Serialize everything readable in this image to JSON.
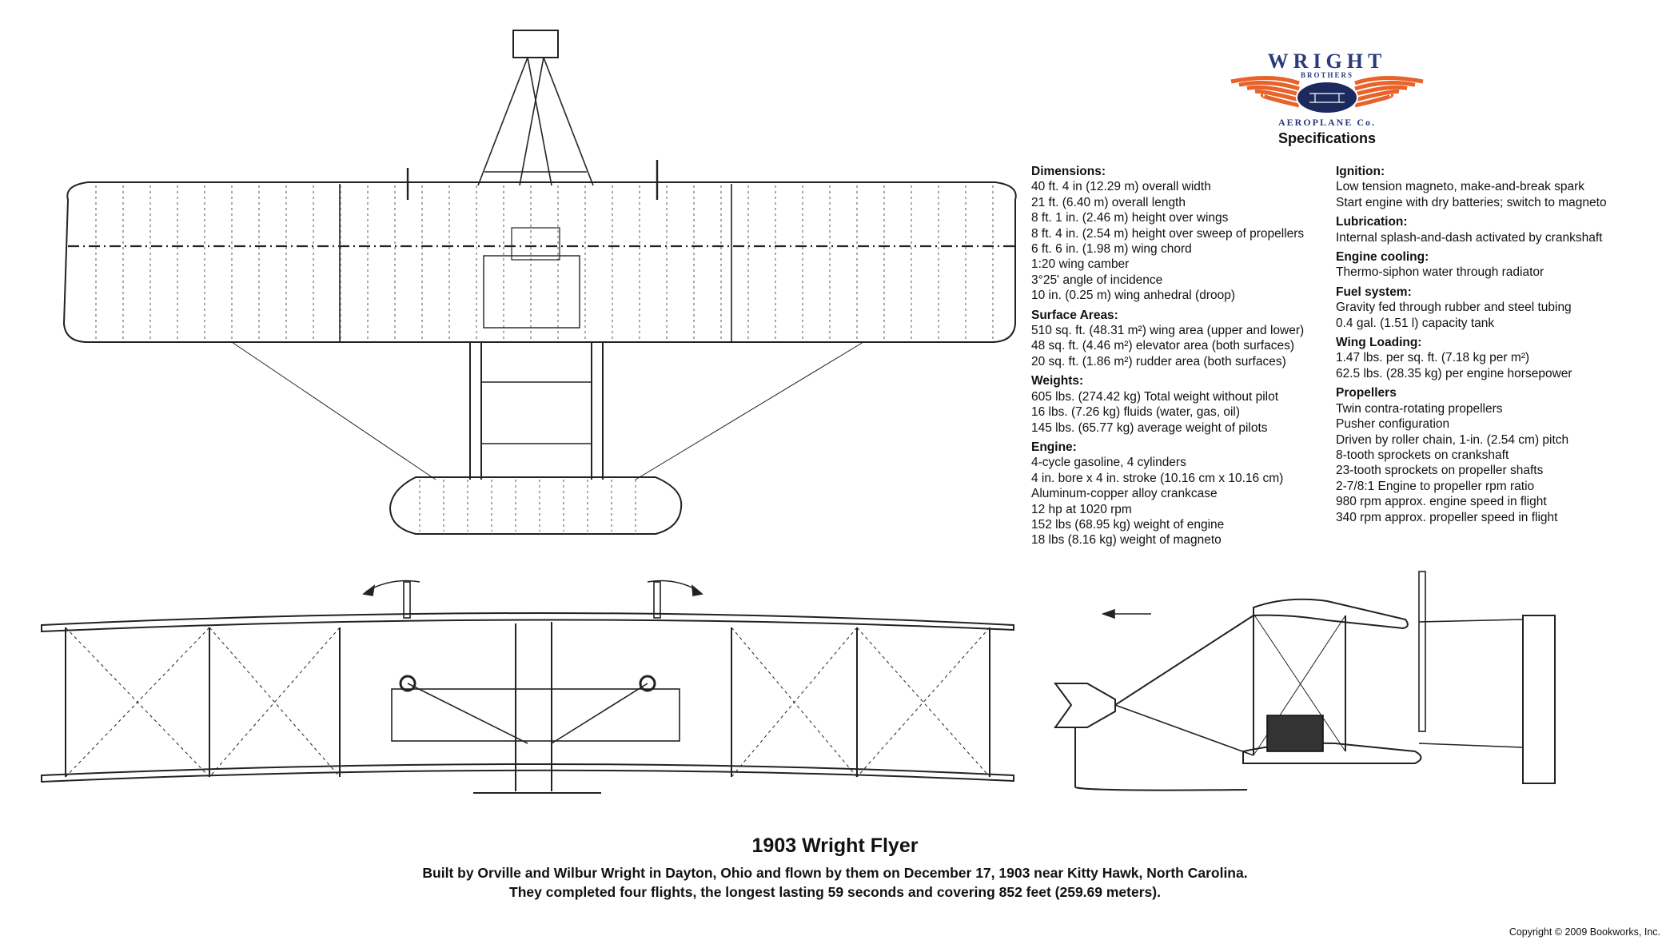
{
  "logo": {
    "word_top": "WRIGHT",
    "word_mid": "BROTHERS",
    "word_bottom": "AEROPLANE Co.",
    "colors": {
      "wing": "#e8622a",
      "text": "#2b3a7a",
      "badge": "#1d2a5e"
    }
  },
  "specifications_title": "Specifications",
  "left_column": [
    {
      "heading": "Dimensions:",
      "lines": [
        "40 ft. 4 in (12.29 m) overall width",
        "21 ft. (6.40 m) overall length",
        "8 ft. 1 in. (2.46 m) height over wings",
        "8 ft. 4 in. (2.54 m) height over sweep of propellers",
        "6 ft. 6 in. (1.98 m) wing chord",
        "1:20 wing camber",
        "3°25' angle of incidence",
        "10 in. (0.25 m) wing anhedral (droop)"
      ]
    },
    {
      "heading": "Surface Areas:",
      "lines": [
        "510 sq. ft. (48.31 m²) wing area (upper and lower)",
        "48 sq. ft. (4.46 m²) elevator area (both surfaces)",
        "20 sq. ft. (1.86 m²) rudder area (both surfaces)"
      ]
    },
    {
      "heading": "Weights:",
      "lines": [
        "605 lbs. (274.42 kg) Total weight without pilot",
        "16 lbs. (7.26 kg) fluids (water, gas, oil)",
        "145 lbs. (65.77 kg) average weight of pilots"
      ]
    },
    {
      "heading": "Engine:",
      "lines": [
        "4-cycle gasoline, 4 cylinders",
        "4 in. bore x 4 in. stroke (10.16 cm x 10.16 cm)",
        "Aluminum-copper alloy crankcase",
        "12 hp at 1020 rpm",
        "152 lbs (68.95 kg) weight of engine",
        "18 lbs (8.16 kg) weight of magneto"
      ]
    }
  ],
  "right_column": [
    {
      "heading": "Ignition:",
      "lines": [
        "Low tension magneto, make-and-break spark",
        "Start engine with dry batteries; switch to magneto"
      ]
    },
    {
      "heading": "Lubrication:",
      "lines": [
        "Internal splash-and-dash activated by crankshaft"
      ]
    },
    {
      "heading": "Engine cooling:",
      "lines": [
        "Thermo-siphon water through radiator"
      ]
    },
    {
      "heading": "Fuel system:",
      "lines": [
        "Gravity fed through rubber and steel tubing",
        "0.4 gal. (1.51 l) capacity tank"
      ]
    },
    {
      "heading": "Wing Loading:",
      "lines": [
        "1.47 lbs. per sq. ft. (7.18 kg per m²)",
        "62.5 lbs. (28.35 kg) per engine horsepower"
      ]
    },
    {
      "heading": "Propellers",
      "lines": [
        "Twin contra-rotating propellers",
        "Pusher configuration",
        "Driven by roller chain, 1-in. (2.54 cm) pitch",
        "8-tooth sprockets on crankshaft",
        "23-tooth sprockets on propeller shafts",
        "2-7/8:1 Engine to propeller rpm ratio",
        "980 rpm approx. engine speed in flight",
        "340 rpm approx. propeller speed in flight"
      ]
    }
  ],
  "title": "1903 Wright Flyer",
  "description_line1": "Built by Orville and Wilbur Wright in Dayton, Ohio and flown by them on December 17, 1903 near Kitty Hawk, North Carolina.",
  "description_line2": "They completed four flights, the longest lasting 59 seconds and covering 852 feet (259.69 meters).",
  "copyright": "Copyright © 2009 Bookworks, Inc."
}
